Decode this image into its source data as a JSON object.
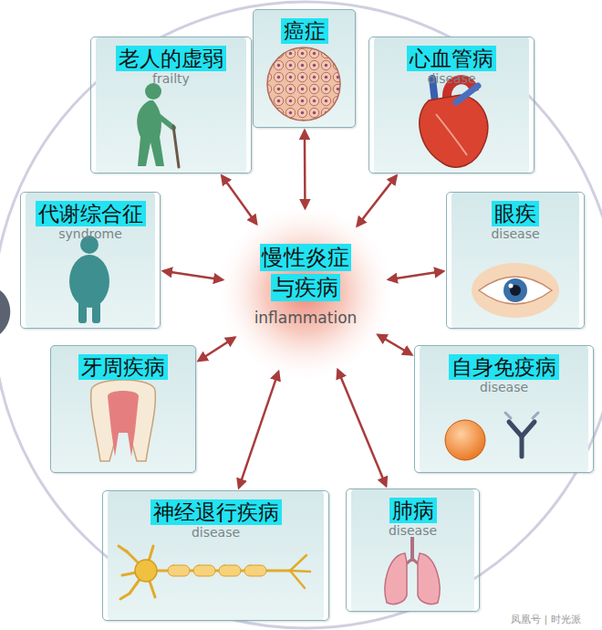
{
  "diagram": {
    "nodes": [
      {
        "text": [
          "癌症"
        ]
      },
      {
        "text": [
          "老人的虚弱",
          "frailty"
        ]
      },
      {
        "text": [
          "心血管病",
          "disease"
        ]
      },
      {
        "text": [
          "代谢综合征",
          "syndrome"
        ]
      },
      {
        "text": [
          "慢性炎症 与疾病",
          "inflammation"
        ]
      },
      {
        "text": [
          "眼疾",
          "disease"
        ]
      },
      {
        "text": [
          "牙周疾病"
        ]
      },
      {
        "text": [
          "自身免疫病",
          "disease"
        ]
      },
      {
        "text": [
          "神经退行疾病",
          "disease"
        ]
      },
      {
        "text": [
          "肺病",
          "disease"
        ]
      }
    ],
    "edges": [
      {
        "from": 4,
        "to": 0,
        "arrow": "both"
      },
      {
        "from": 4,
        "to": 1,
        "arrow": "both"
      },
      {
        "from": 4,
        "to": 2,
        "arrow": "both"
      },
      {
        "from": 4,
        "to": 3,
        "arrow": "both"
      },
      {
        "from": 4,
        "to": 5,
        "arrow": "both"
      },
      {
        "from": 4,
        "to": 6,
        "arrow": "both"
      },
      {
        "from": 4,
        "to": 7,
        "arrow": "both"
      },
      {
        "from": 4,
        "to": 8,
        "arrow": "both"
      },
      {
        "from": 4,
        "to": 9,
        "arrow": "both"
      }
    ],
    "labels": [
      "凤凰号 | 时光派"
    ]
  }
}
